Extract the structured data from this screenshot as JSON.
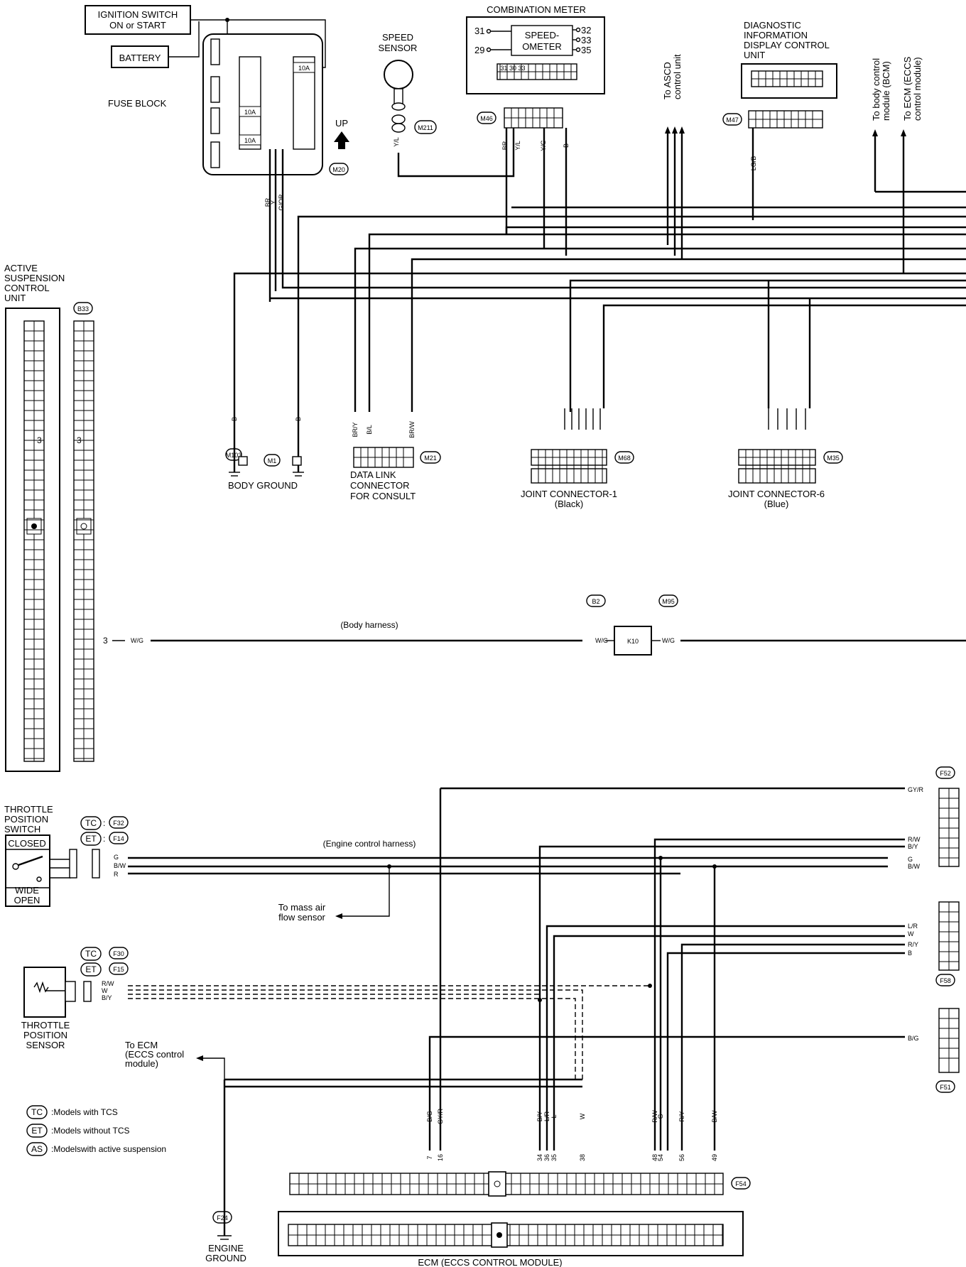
{
  "components": {
    "ignition_switch": [
      "IGNITION SWITCH",
      "ON or START"
    ],
    "battery": "BATTERY",
    "fuse_block": "FUSE BLOCK",
    "fuse_a": "10A",
    "fuse_b": "10A",
    "fuse_c": "10A",
    "up": "UP",
    "m20": "M20",
    "speed_sensor": [
      "SPEED",
      "SENSOR"
    ],
    "m211": "M211",
    "combination_meter": "COMBINATION METER",
    "speedometer": [
      "SPEED-",
      "OMETER"
    ],
    "meter_pins": [
      "31",
      "29",
      "32",
      "33",
      "35"
    ],
    "meter_conn": "31 30 33",
    "m46": "M46",
    "to_ascd": [
      "To ASCD",
      "control unit"
    ],
    "diagnostic": [
      "DIAGNOSTIC",
      "INFORMATION",
      "DISPLAY CONTROL",
      "UNIT"
    ],
    "m47": "M47",
    "to_bcm": [
      "To body control",
      "module (BCM)"
    ],
    "to_ecm_top": [
      "To ECM (ECCS",
      "control module)"
    ],
    "active_suspension": [
      "ACTIVE",
      "SUSPENSION",
      "CONTROL",
      "UNIT"
    ],
    "b33": "B33",
    "pin3": "3",
    "body_ground": "BODY GROUND",
    "m103": "M103",
    "m1": "M1",
    "data_link": [
      "DATA LINK",
      "CONNECTOR",
      "FOR CONSULT"
    ],
    "m21": "M21",
    "joint1": [
      "JOINT CONNECTOR-1",
      "(Black)"
    ],
    "m68": "M68",
    "joint6": [
      "JOINT CONNECTOR-6",
      "(Blue)"
    ],
    "m35": "M35",
    "body_harness": "(Body harness)",
    "b2": "B2",
    "m95": "M95",
    "k10": "K10",
    "throttle_switch": [
      "THROTTLE",
      "POSITION",
      "SWITCH"
    ],
    "closed": "CLOSED",
    "wide_open": [
      "WIDE",
      "OPEN"
    ],
    "tc": "TC",
    "et": "ET",
    "f32": "F32",
    "f14": "F14",
    "engine_harness": "(Engine control harness)",
    "to_maf": [
      "To mass air",
      "flow sensor"
    ],
    "f30": "F30",
    "f15": "F15",
    "throttle_sensor": [
      "THROTTLE",
      "POSITION",
      "SENSOR"
    ],
    "to_ecm_mid": [
      "To ECM",
      "(ECCS control",
      "module)"
    ],
    "f52": "F52",
    "f58": "F58",
    "f51": "F51",
    "f54": "F54",
    "f24": "F24",
    "engine_ground": [
      "ENGINE",
      "GROUND"
    ],
    "ecm": "ECM (ECCS CONTROL MODULE)"
  },
  "wire_colors": {
    "fuse_out": [
      "BR",
      "Y",
      "G/OR"
    ],
    "speed_sensor": "Y/L",
    "m46": [
      "BR",
      "Y/L",
      "Y/G",
      "B"
    ],
    "m47": "LG/B",
    "ground": "B",
    "data_link": [
      "BR/Y",
      "B/L",
      "BR/W"
    ],
    "suspension": "W/G",
    "tps_switch": [
      "G",
      "B/W",
      "R"
    ],
    "tps_sensor": [
      "R/W",
      "W",
      "B/Y"
    ],
    "f52": [
      "GY/R",
      "R/W",
      "B/Y",
      "G",
      "B/W"
    ],
    "f58": [
      "L/R",
      "W",
      "R/Y",
      "B"
    ],
    "f51": "B/G",
    "ecm_wires": [
      "B/G",
      "GY/R",
      "B/Y",
      "L/R",
      "L",
      "W",
      "R/W",
      "G",
      "R/Y",
      "B/W"
    ],
    "ecm_pins": [
      "7",
      "16",
      "34",
      "36",
      "35",
      "38",
      "48",
      "54",
      "56",
      "49"
    ]
  },
  "legend": [
    {
      "code": "TC",
      "text": "Models with TCS"
    },
    {
      "code": "ET",
      "text": "Models without TCS"
    },
    {
      "code": "AS",
      "text": "Modelswith active suspension"
    }
  ]
}
